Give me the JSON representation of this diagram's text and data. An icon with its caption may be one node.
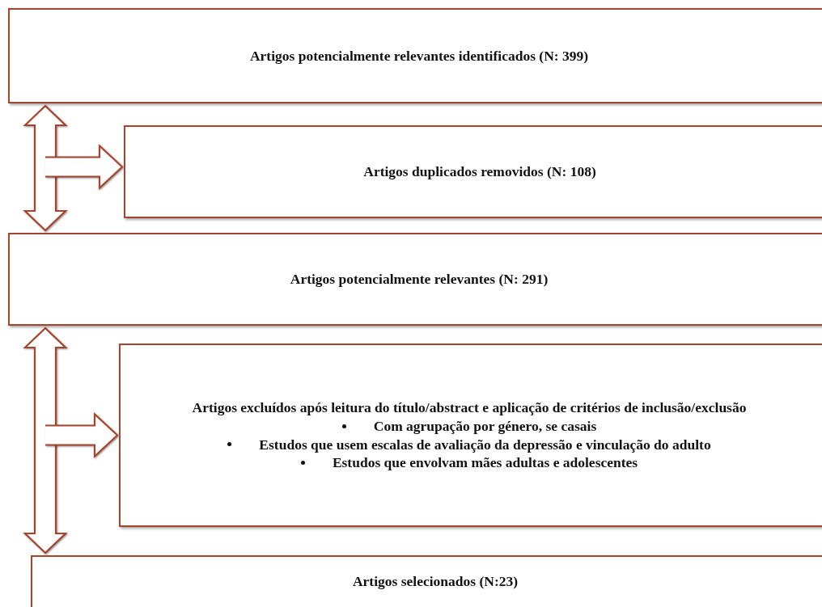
{
  "diagram": {
    "nodes": [
      {
        "text": [
          "Artigos potencialmente relevantes identificados (N: 399)"
        ]
      },
      {
        "text": [
          "Artigos duplicados removidos (N: 108)"
        ]
      },
      {
        "text": [
          "Artigos potencialmente relevantes (N: 291)"
        ]
      },
      {
        "text": [
          "Artigos excluídos após leitura do título/abstract e aplicação de critérios de inclusão/exclusão",
          "Com agrupação por género, se casais",
          "Estudos que usem escalas de avaliação da depressão e vinculação do adulto",
          "Estudos que envolvam mães adultas e adolescentes"
        ]
      },
      {
        "text": [
          "Artigos selecionados (N:23)"
        ]
      }
    ],
    "edges": [
      {
        "from": 0,
        "to": 2,
        "arrow": "both"
      },
      {
        "from": null,
        "to": 1,
        "arrow": "to"
      },
      {
        "from": 2,
        "to": 4,
        "arrow": "both"
      },
      {
        "from": null,
        "to": 3,
        "arrow": "to"
      }
    ]
  }
}
